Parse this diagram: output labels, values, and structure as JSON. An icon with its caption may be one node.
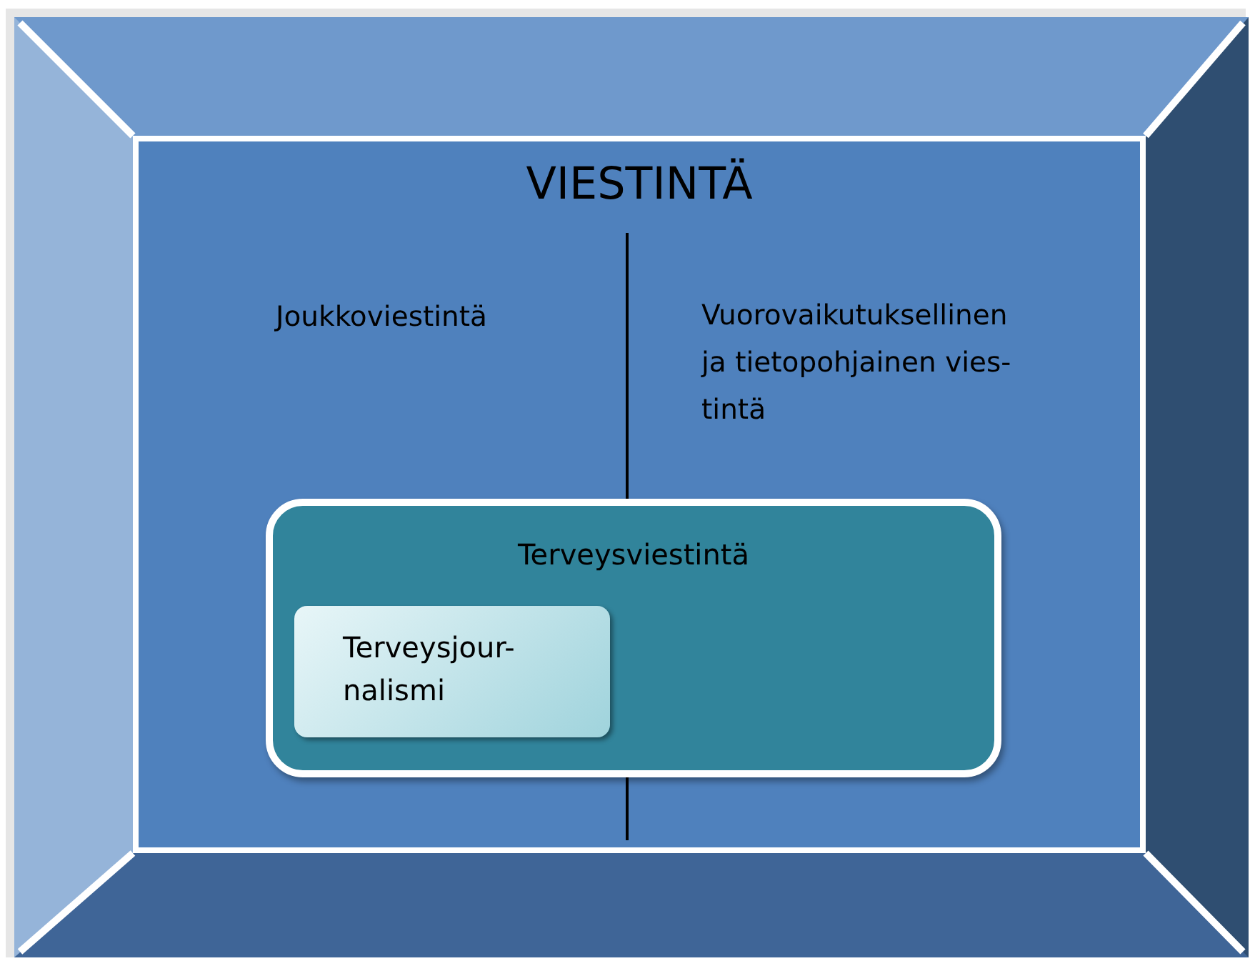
{
  "diagram": {
    "nodes": [
      {
        "text": [
          "VIESTINTÄ"
        ]
      },
      {
        "text": [
          "Terveysviestintä"
        ],
        "in": 0
      },
      {
        "text": [
          "Terveysjour-nalismi"
        ],
        "in": 1
      }
    ],
    "edges": [],
    "labels": [
      "Joukkoviestintä",
      "Vuorovaikutuksellinen ja tietopohjainen vies-tintä"
    ]
  }
}
